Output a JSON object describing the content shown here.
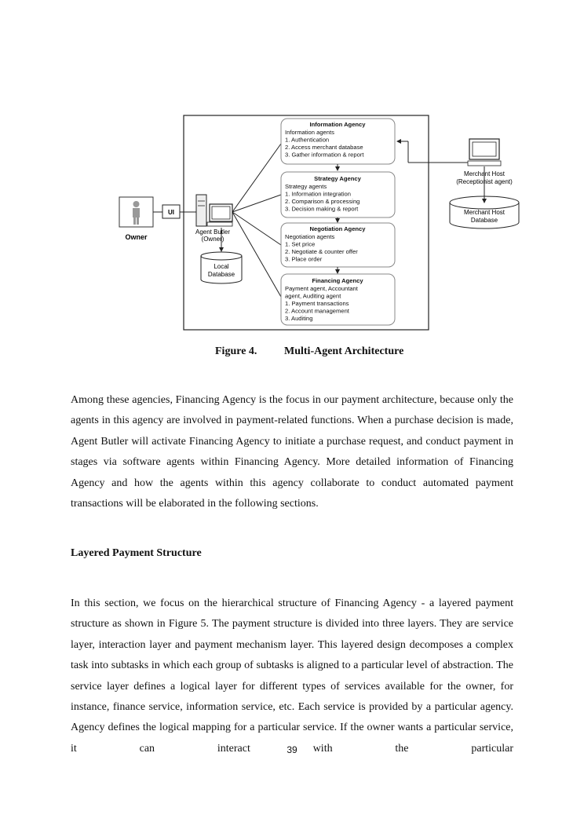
{
  "figure": {
    "owner_label": "Owner",
    "ui_label": "UI",
    "agent_butler_line1": "Agent Butler",
    "agent_butler_line2": "(Owner)",
    "local_db_line1": "Local",
    "local_db_line2": "Database",
    "merchant_host_line1": "Merchant Host",
    "merchant_host_line2": "(Receptionist agent)",
    "merchant_db_line1": "Merchant Host",
    "merchant_db_line2": "Database",
    "agencies": [
      {
        "title": "Information Agency",
        "lines": [
          "Information agents",
          "1. Authentication",
          "2. Access merchant database",
          "3. Gather information & report"
        ]
      },
      {
        "title": "Strategy Agency",
        "lines": [
          "Strategy agents",
          "1. Information integration",
          "2. Comparison & processing",
          "3. Decision making & report"
        ]
      },
      {
        "title": "Negotiation Agency",
        "lines": [
          "Negotiation agents",
          "1. Set price",
          "2. Negotiate & counter offer",
          "3. Place order"
        ]
      },
      {
        "title": "Financing Agency",
        "lines": [
          "Payment agent, Accountant",
          "agent, Auditing agent",
          "1. Payment transactions",
          "2. Account management",
          "3. Auditing"
        ]
      }
    ]
  },
  "caption": {
    "number": "Figure 4.",
    "title": "Multi-Agent Architecture"
  },
  "paragraph1": "Among these agencies, Financing Agency is the focus in our payment architecture, because only the agents in this agency are involved in payment-related functions. When a purchase decision is made, Agent Butler will activate Financing Agency to initiate a purchase request, and conduct payment in stages via software agents within Financing Agency. More detailed information of Financing Agency and how the agents within this agency collaborate to conduct automated payment transactions will be elaborated in the following sections.",
  "heading": "Layered Payment Structure",
  "paragraph2": "In this section, we focus on the hierarchical structure of Financing Agency - a layered payment structure as shown in Figure 5. The payment structure is divided into three layers. They are service layer, interaction layer and payment mechanism layer. This layered design decomposes a complex task into subtasks in which each group of subtasks is aligned to a particular level of abstraction. The service layer defines a logical layer for different types of services available for the owner, for instance, finance service, information service, etc. Each service is provided by a particular agency. Agency defines the logical mapping for a particular service. If the owner wants a particular service, it can interact with the particular",
  "page_number": "39"
}
